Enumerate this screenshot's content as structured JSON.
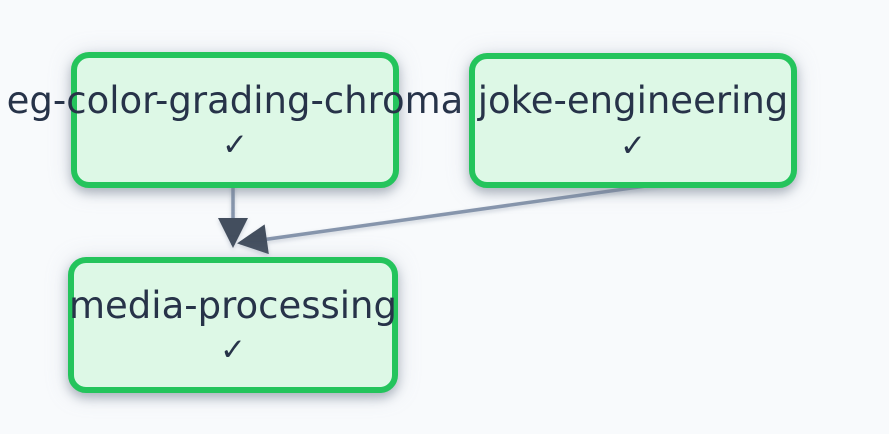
{
  "colors": {
    "background": "#f8fafc",
    "node_fill": "#ddf8e6",
    "node_border": "#24c45c",
    "node_text": "#273349",
    "edge_line": "#8695ac",
    "arrowhead": "#434e5e"
  },
  "nodes": [
    {
      "id": "eg-color-grading-chroma",
      "label": "eg-color-grading-chroma",
      "status": "✓"
    },
    {
      "id": "joke-engineering",
      "label": "joke-engineering",
      "status": "✓"
    },
    {
      "id": "media-processing",
      "label": "media-processing",
      "status": "✓"
    }
  ],
  "edges": [
    {
      "from": "eg-color-grading-chroma",
      "to": "media-processing"
    },
    {
      "from": "joke-engineering",
      "to": "media-processing"
    }
  ]
}
